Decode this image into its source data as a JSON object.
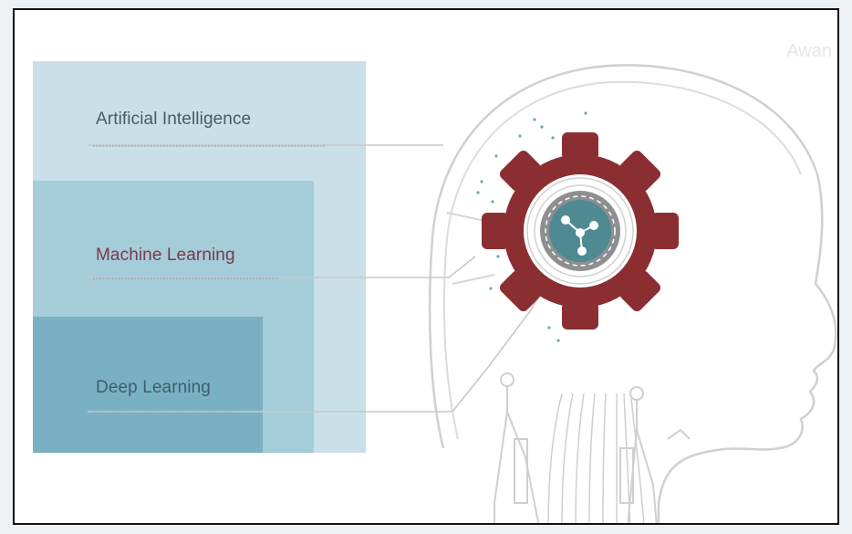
{
  "labels": {
    "ai": "Artificial Intelligence",
    "ml": "Machine Learning",
    "dl": "Deep Learning"
  },
  "watermark": "Awan",
  "colors": {
    "ai_box": "#c9e0e8",
    "ml_box": "#a5ccd9",
    "dl_box": "#79b1c3",
    "gear": "#8b2e32",
    "core": "#4f8a92",
    "line": "#c8c8c8"
  }
}
